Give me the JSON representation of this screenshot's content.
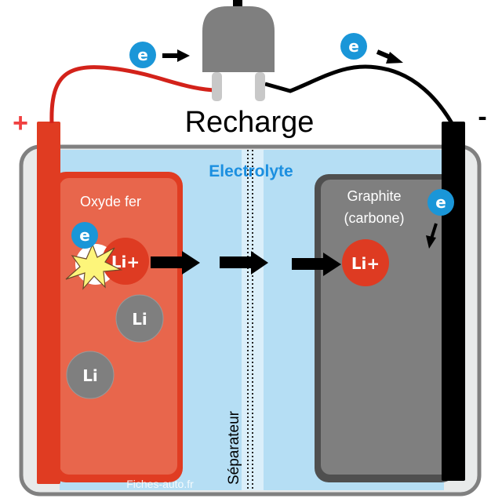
{
  "title": "Recharge",
  "terminals": {
    "positive_sign": "+",
    "negative_sign": "-"
  },
  "electrolyte_label": "Electrolyte",
  "separator_label": "Séparateur",
  "cathode": {
    "label": "Oxyde fer",
    "lithium_ion": "Li+",
    "lithium_atoms": [
      "Li",
      "Li"
    ],
    "electron": "e"
  },
  "anode": {
    "label_line1": "Graphite",
    "label_line2": "(carbone)",
    "lithium_ion": "Li+",
    "electron": "e"
  },
  "wire_electrons": [
    "e",
    "e"
  ],
  "watermark": "Fiches-auto.fr",
  "colors": {
    "cathode_dark": "#e03c22",
    "cathode_fill": "#e8664c",
    "anode_dark": "#4f4f4f",
    "anode_fill": "#7f7f7f",
    "electrolyte": "#b5def4",
    "electron": "#1a96d8",
    "lithium_ion": "#de3b22",
    "lithium_atom": "#7f7f7f",
    "electrolyte_text": "#1b8fe0",
    "plus_sign": "#f04040",
    "plug": "#7f7f7f",
    "case_border": "#808080",
    "case_fill": "#e8eaea"
  }
}
